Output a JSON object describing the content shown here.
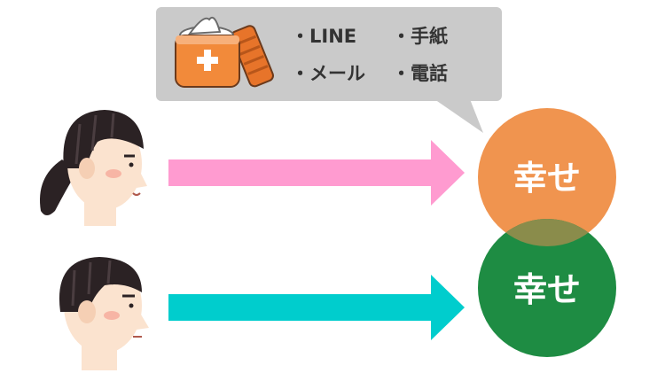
{
  "callout": {
    "items": [
      "・LINE",
      "・手紙",
      "・メール",
      "・電話"
    ]
  },
  "circles": {
    "top_label": "幸せ",
    "bottom_label": "幸せ"
  },
  "colors": {
    "callout_bg": "#cacaca",
    "arrow_pink": "#ff9bd0",
    "arrow_cyan": "#00cdcd",
    "circle_orange": "#f0944f",
    "circle_green": "#1e8c43",
    "circle_overlap": "#8a8c4b"
  }
}
